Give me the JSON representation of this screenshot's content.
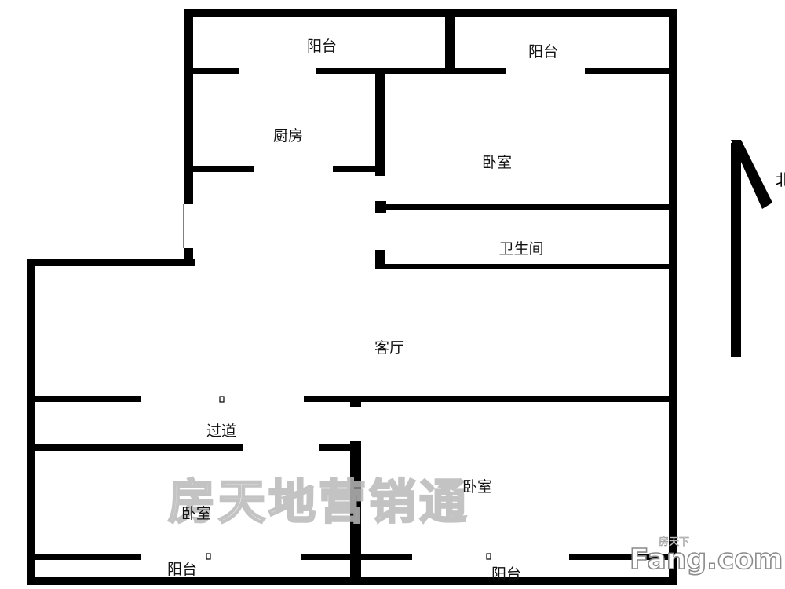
{
  "rooms": {
    "balcony_top_left": "阳台",
    "balcony_top_right": "阳台",
    "kitchen": "厨房",
    "bedroom_top": "卧室",
    "bathroom": "卫生间",
    "living_room": "客厅",
    "corridor": "过道",
    "bedroom_bottom_left": "卧室",
    "bedroom_bottom_right": "卧室",
    "balcony_bottom_left": "阳台",
    "balcony_bottom_right": "阳台"
  },
  "north_label": "北",
  "watermark": "房天地营销通",
  "logo": {
    "brand": "Fang.com",
    "sub": "房天下"
  }
}
